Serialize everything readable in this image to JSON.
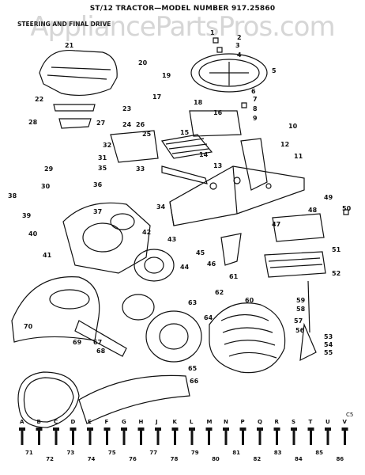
{
  "header": {
    "title": "ST/12 TRACTOR—MODEL NUMBER 917.25860",
    "section": "STEERING AND FINAL DRIVE"
  },
  "watermark": "AppliancePartsPros.com",
  "ref_code": "C5",
  "callouts": [
    {
      "id": "c1",
      "text": "1"
    },
    {
      "id": "c2",
      "text": "2"
    },
    {
      "id": "c3",
      "text": "3"
    },
    {
      "id": "c4",
      "text": "4"
    },
    {
      "id": "c5",
      "text": "5"
    },
    {
      "id": "c6",
      "text": "6"
    },
    {
      "id": "c7",
      "text": "7"
    },
    {
      "id": "c8",
      "text": "8"
    },
    {
      "id": "c9",
      "text": "9"
    },
    {
      "id": "c10",
      "text": "10"
    },
    {
      "id": "c11",
      "text": "11"
    },
    {
      "id": "c12",
      "text": "12"
    },
    {
      "id": "c13",
      "text": "13"
    },
    {
      "id": "c14",
      "text": "14"
    },
    {
      "id": "c15",
      "text": "15"
    },
    {
      "id": "c16",
      "text": "16"
    },
    {
      "id": "c17",
      "text": "17"
    },
    {
      "id": "c18",
      "text": "18"
    },
    {
      "id": "c19",
      "text": "19"
    },
    {
      "id": "c20",
      "text": "20"
    },
    {
      "id": "c21",
      "text": "21"
    },
    {
      "id": "c22",
      "text": "22"
    },
    {
      "id": "c23",
      "text": "23"
    },
    {
      "id": "c24",
      "text": "24"
    },
    {
      "id": "c25",
      "text": "25"
    },
    {
      "id": "c26",
      "text": "26"
    },
    {
      "id": "c27",
      "text": "27"
    },
    {
      "id": "c28",
      "text": "28"
    },
    {
      "id": "c29",
      "text": "29"
    },
    {
      "id": "c30",
      "text": "30"
    },
    {
      "id": "c31",
      "text": "31"
    },
    {
      "id": "c32",
      "text": "32"
    },
    {
      "id": "c33",
      "text": "33"
    },
    {
      "id": "c34",
      "text": "34"
    },
    {
      "id": "c35",
      "text": "35"
    },
    {
      "id": "c36",
      "text": "36"
    },
    {
      "id": "c37",
      "text": "37"
    },
    {
      "id": "c38",
      "text": "38"
    },
    {
      "id": "c39",
      "text": "39"
    },
    {
      "id": "c40",
      "text": "40"
    },
    {
      "id": "c41",
      "text": "41"
    },
    {
      "id": "c42",
      "text": "42"
    },
    {
      "id": "c43",
      "text": "43"
    },
    {
      "id": "c44",
      "text": "44"
    },
    {
      "id": "c45",
      "text": "45"
    },
    {
      "id": "c46",
      "text": "46"
    },
    {
      "id": "c47",
      "text": "47"
    },
    {
      "id": "c48",
      "text": "48"
    },
    {
      "id": "c49",
      "text": "49"
    },
    {
      "id": "c50",
      "text": "50"
    },
    {
      "id": "c51",
      "text": "51"
    },
    {
      "id": "c52",
      "text": "52"
    },
    {
      "id": "c53",
      "text": "53"
    },
    {
      "id": "c54",
      "text": "54"
    },
    {
      "id": "c55",
      "text": "55"
    },
    {
      "id": "c56",
      "text": "56"
    },
    {
      "id": "c57",
      "text": "57"
    },
    {
      "id": "c58",
      "text": "58"
    },
    {
      "id": "c59",
      "text": "59"
    },
    {
      "id": "c60",
      "text": "60"
    },
    {
      "id": "c61",
      "text": "61"
    },
    {
      "id": "c62",
      "text": "62"
    },
    {
      "id": "c63",
      "text": "63"
    },
    {
      "id": "c64",
      "text": "64"
    },
    {
      "id": "c65",
      "text": "65"
    },
    {
      "id": "c66",
      "text": "66"
    },
    {
      "id": "c67",
      "text": "67"
    },
    {
      "id": "c68",
      "text": "68"
    },
    {
      "id": "c69",
      "text": "69"
    },
    {
      "id": "c70",
      "text": "70"
    }
  ],
  "hardware_letters": [
    "A",
    "B",
    "C",
    "D",
    "E",
    "F",
    "G",
    "H",
    "J",
    "K",
    "L",
    "M",
    "N",
    "P",
    "Q",
    "R",
    "S",
    "T",
    "U",
    "V"
  ],
  "hardware_numbers": [
    "71",
    "72",
    "73",
    "74",
    "75",
    "76",
    "77",
    "78",
    "79",
    "80",
    "81",
    "82",
    "83",
    "84",
    "85",
    "86"
  ]
}
